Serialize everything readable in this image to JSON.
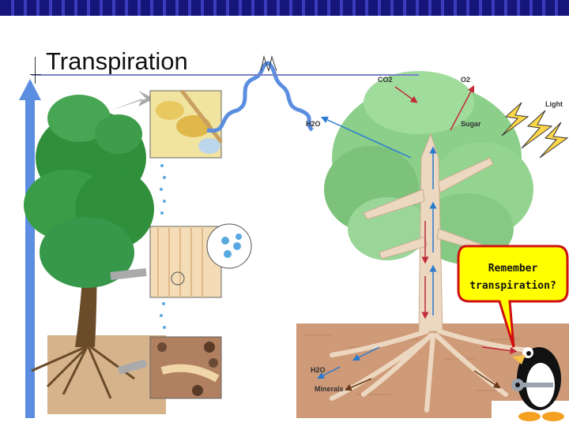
{
  "slide": {
    "title": "Transpiration",
    "accent_color": "#16167a"
  },
  "diagram": {
    "labels": {
      "co2": "CO2",
      "o2": "O2",
      "light": "Light",
      "h2o_top": "H2O",
      "sugar": "Sugar",
      "h2o_root": "H2O",
      "minerals": "Minerals"
    },
    "callout": {
      "line1": "Remember",
      "line2": "transpiration?"
    },
    "icons": [
      "tree-icon",
      "leaf-cross-section",
      "stem-cross-section",
      "root-cross-section",
      "penguin-mascot",
      "wrench-icon",
      "lightning-icon"
    ]
  }
}
